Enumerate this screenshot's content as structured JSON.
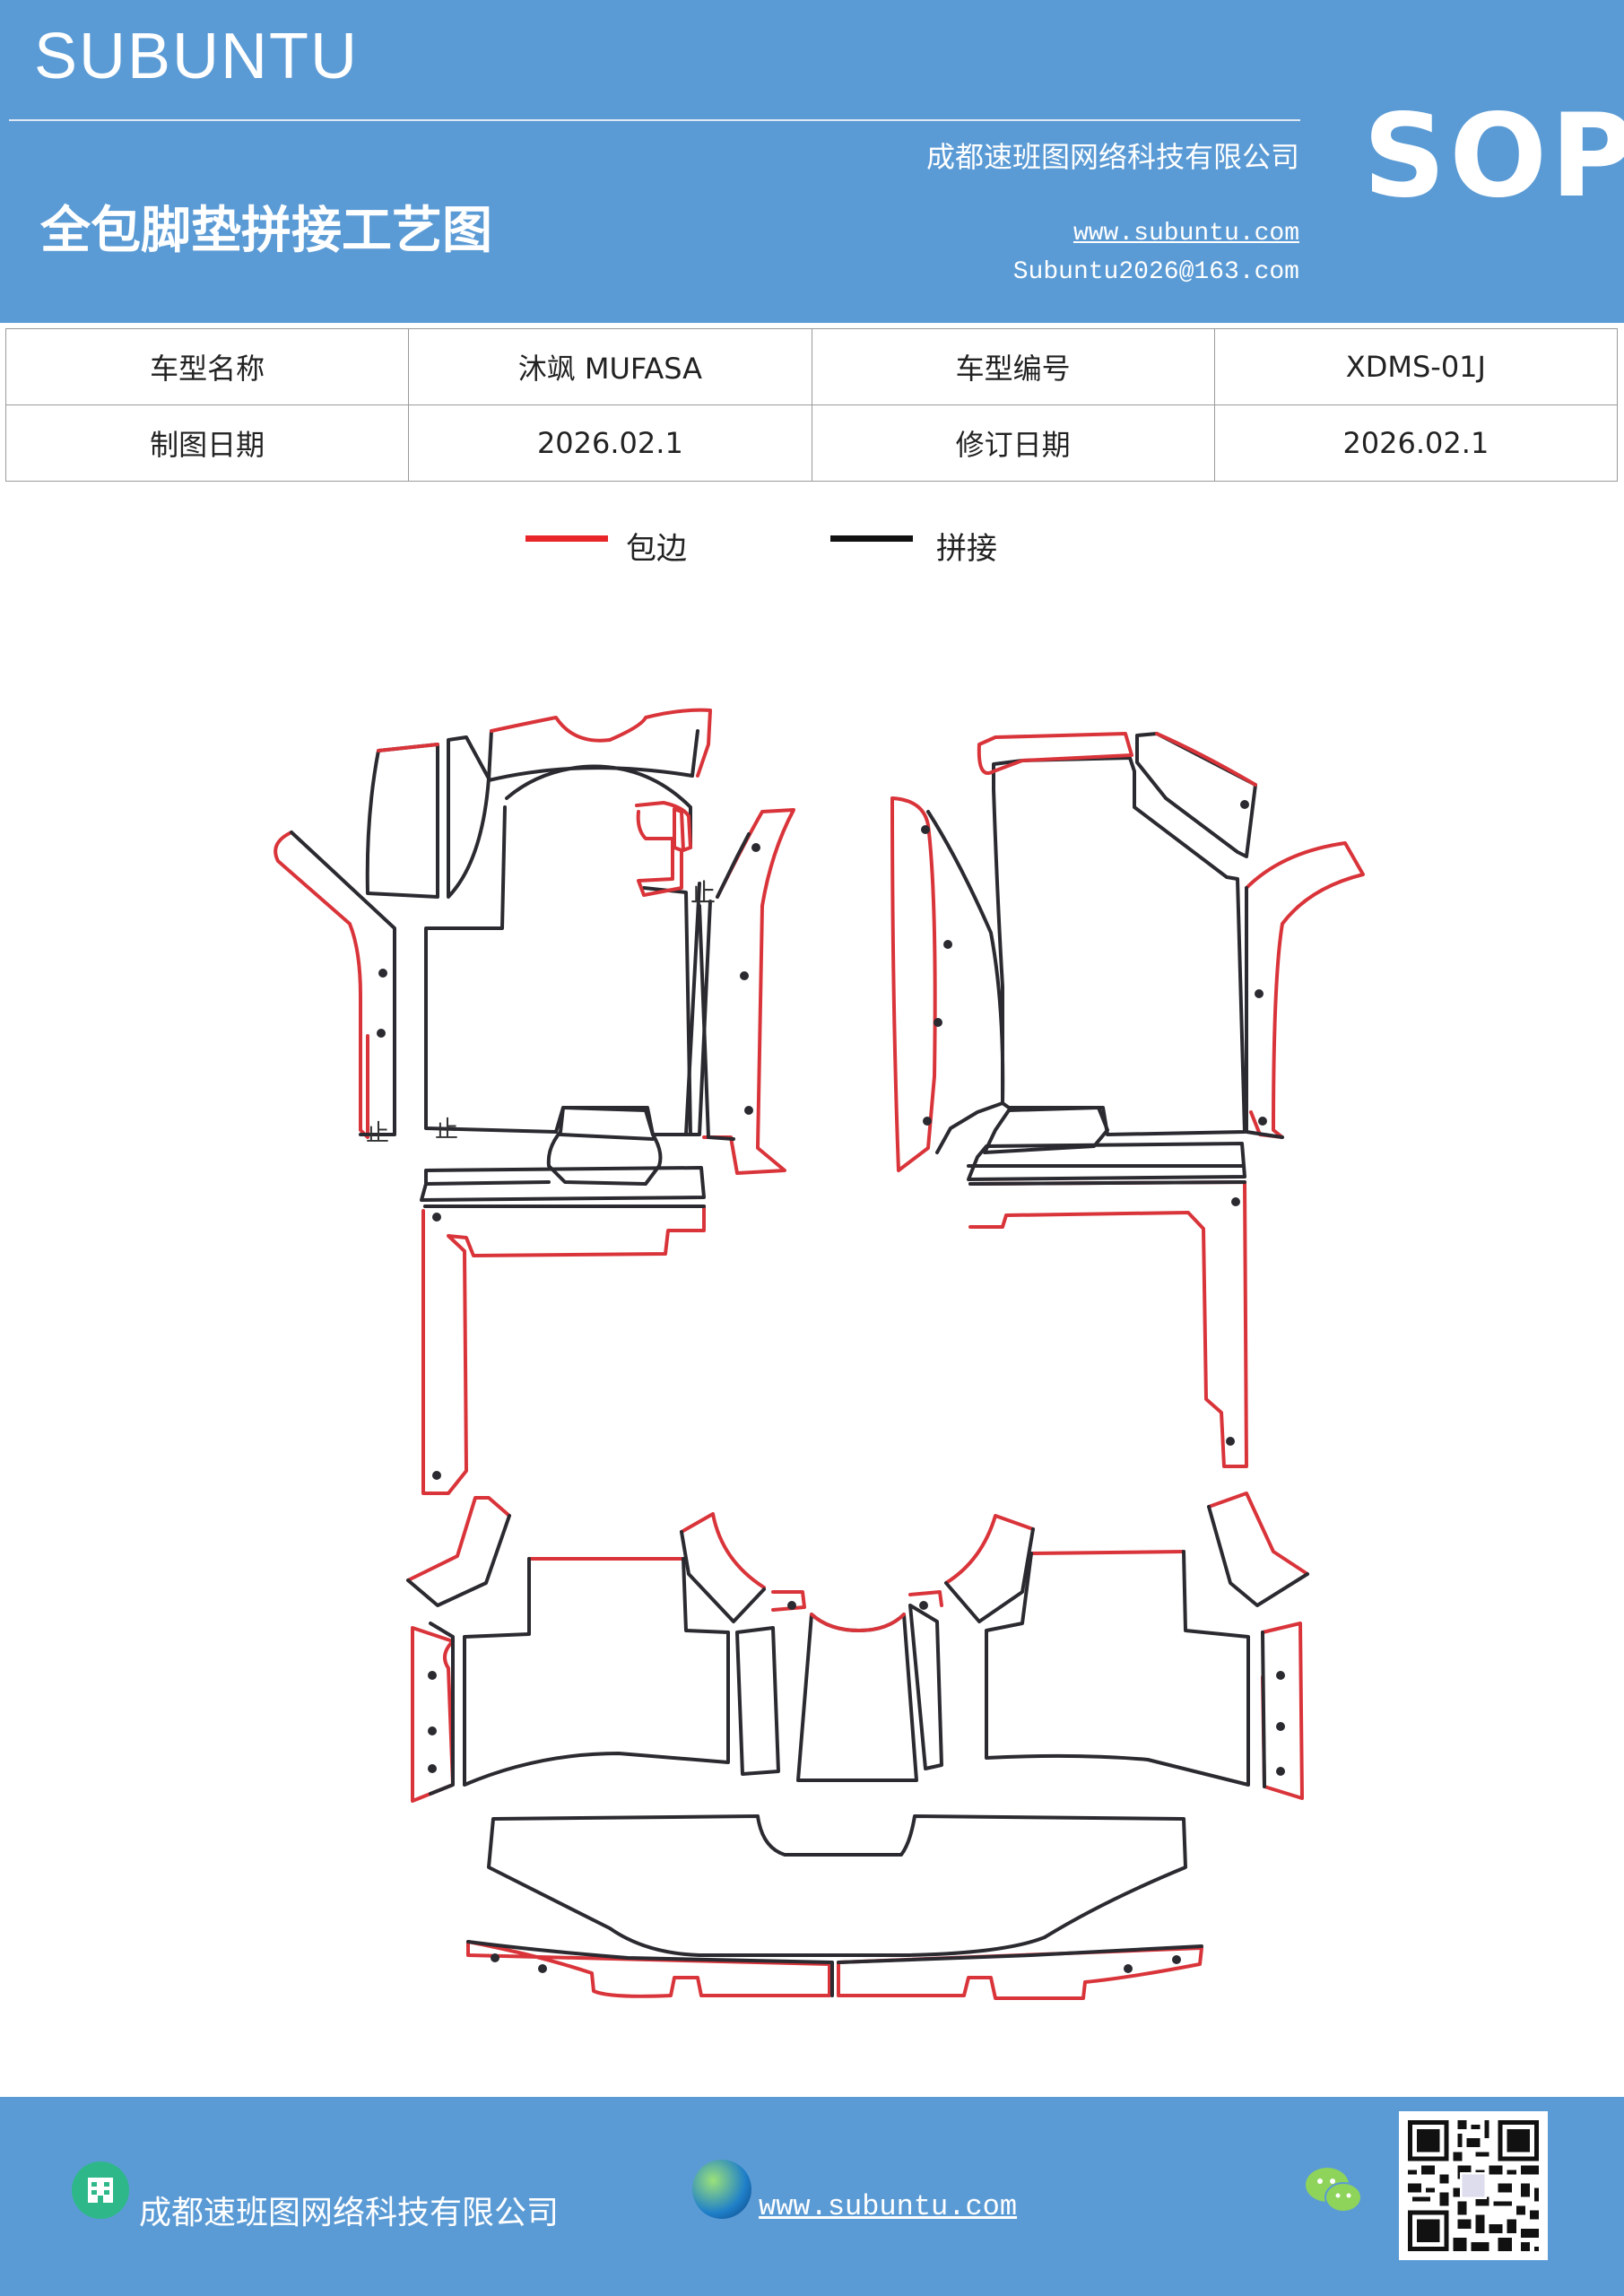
{
  "header": {
    "brand": "SUBUNTU",
    "company": "成都速班图网络科技有限公司",
    "title": "全包脚垫拼接工艺图",
    "website": "www.subuntu.com",
    "email": "Subuntu2026@163.com",
    "badge": "SOP"
  },
  "info": {
    "model_name_label": "车型名称",
    "model_name_value": "沐飒  MUFASA",
    "model_code_label": "车型编号",
    "model_code_value": "XDMS-01J",
    "draw_date_label": "制图日期",
    "draw_date_value": "2026.02.1",
    "revise_date_label": "修订日期",
    "revise_date_value": "2026.02.1"
  },
  "legend": {
    "edging_label": "包边",
    "splice_label": "拼接",
    "edging_color": "#e8262a",
    "splice_color": "#111111"
  },
  "footer": {
    "company": "成都速班图网络科技有限公司",
    "website": "www.subuntu.com",
    "icons": [
      "building-icon",
      "globe-icon",
      "wechat-icon",
      "qr-code"
    ]
  },
  "colors": {
    "header_bg": "#5b9bd5",
    "edge_red": "#d9343a",
    "line_dark": "#2a2a30"
  }
}
